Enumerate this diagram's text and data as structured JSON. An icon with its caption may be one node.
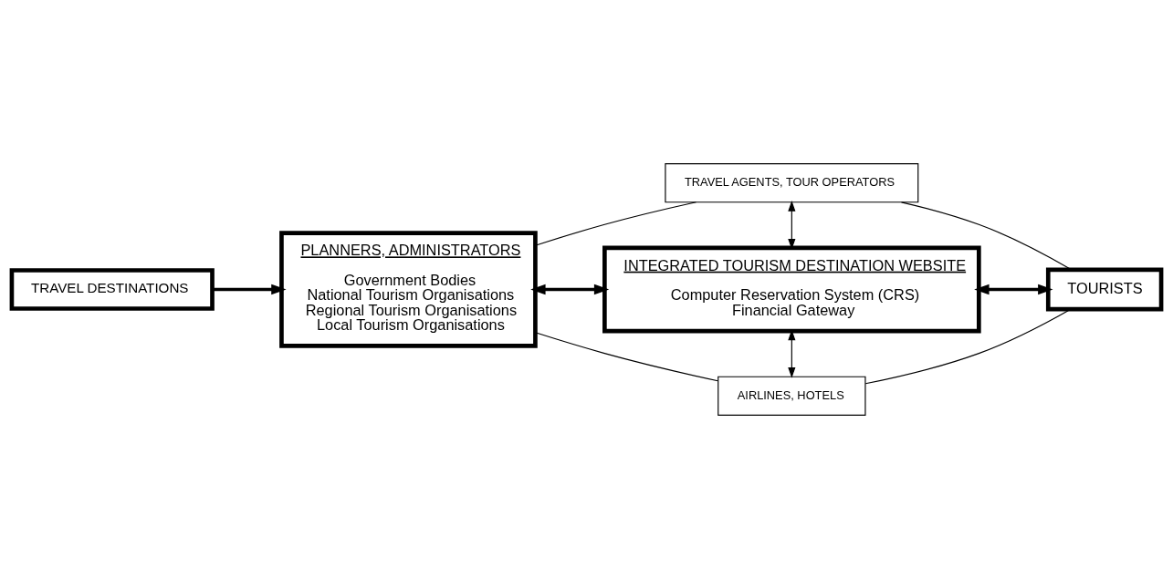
{
  "diagram": {
    "nodes": [
      {
        "text": [
          "TRAVEL DESTINATIONS"
        ]
      },
      {
        "text": [
          "PLANNERS, ADMINISTRATORS",
          "Government Bodies",
          "National Tourism Organisations",
          "Regional Tourism Organisations",
          "Local Tourism Organisations"
        ]
      },
      {
        "text": [
          "TRAVEL AGENTS, TOUR OPERATORS"
        ]
      },
      {
        "text": [
          "INTEGRATED TOURISM DESTINATION WEBSITE",
          "Computer Reservation System (CRS)",
          "Financial Gateway"
        ]
      },
      {
        "text": [
          "TOURISTS"
        ]
      },
      {
        "text": [
          "AIRLINES, HOTELS"
        ]
      }
    ],
    "edges": [
      {
        "from": 0,
        "to": 1,
        "arrow": "to",
        "style": "thick"
      },
      {
        "from": 1,
        "to": 3,
        "arrow": "both",
        "style": "thick"
      },
      {
        "from": 3,
        "to": 4,
        "arrow": "both",
        "style": "thick"
      },
      {
        "from": 2,
        "to": 3,
        "arrow": "both"
      },
      {
        "from": 3,
        "to": 5,
        "arrow": "both"
      },
      {
        "from": 1,
        "to": 2,
        "arrow": "none"
      },
      {
        "from": 2,
        "to": 4,
        "arrow": "none"
      },
      {
        "from": 1,
        "to": 5,
        "arrow": "none"
      },
      {
        "from": 5,
        "to": 4,
        "arrow": "none"
      }
    ]
  }
}
